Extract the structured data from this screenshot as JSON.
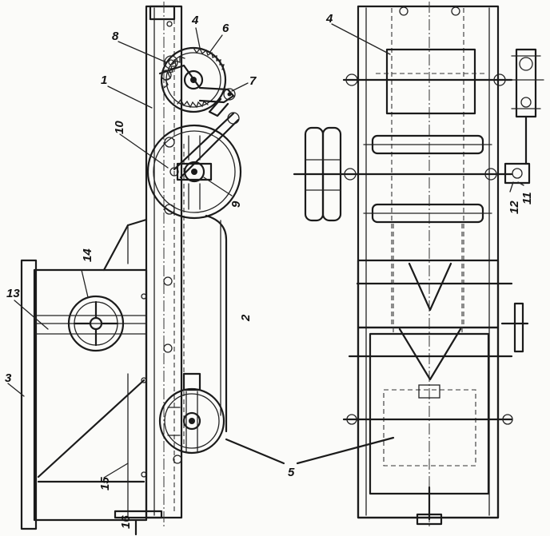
{
  "callouts": {
    "c1": "1",
    "c2": "2",
    "c3": "3",
    "c4_left": "4",
    "c4_right": "4",
    "c5": "5",
    "c6": "6",
    "c7": "7",
    "c8": "8",
    "c9": "9",
    "c10": "10",
    "c11": "11",
    "c12": "12",
    "c13": "13",
    "c14": "14",
    "c15": "15",
    "c16": "16"
  }
}
